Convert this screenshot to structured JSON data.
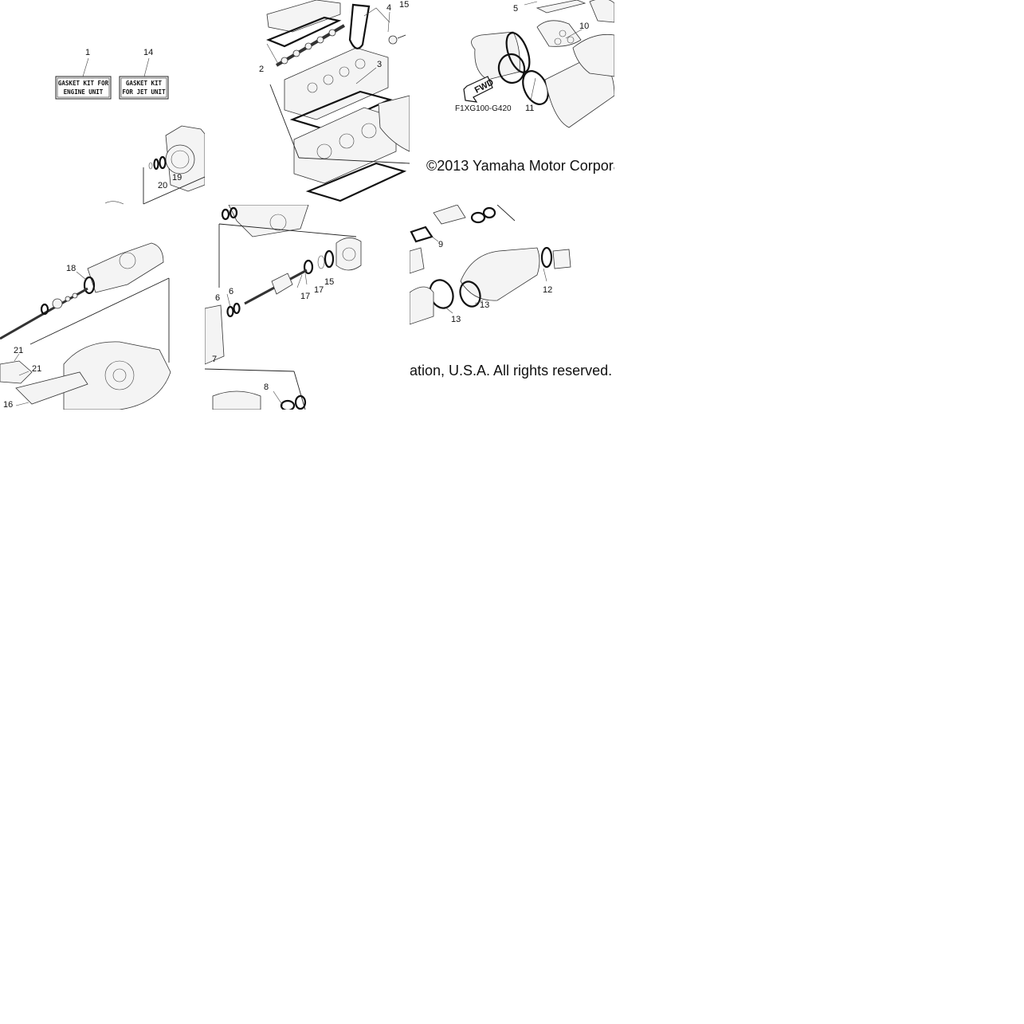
{
  "diagram": {
    "kit_labels": [
      {
        "number": "1",
        "line1": "GASKET KIT FOR",
        "line2": "ENGINE UNIT"
      },
      {
        "number": "14",
        "line1": "GASKET KIT",
        "line2": "FOR JET UNIT"
      }
    ],
    "callouts_top_left": [
      "20",
      "19"
    ],
    "callouts_top_center": [
      "2",
      "3",
      "4",
      "15"
    ],
    "callouts_top_right": [
      "5",
      "10",
      "11"
    ],
    "drawing_code": "F1XG100-G420",
    "fwd_label": "FWD",
    "callouts_mid_left": [
      "18",
      "21",
      "21",
      "16"
    ],
    "callouts_mid_center": [
      "6",
      "6",
      "17",
      "17",
      "15",
      "7"
    ],
    "callouts_mid_right": [
      "9",
      "12",
      "13",
      "13"
    ],
    "callouts_bottom_center": [
      "8"
    ],
    "copyright_part1": "©2013 Yamaha Motor Corpora",
    "copyright_part2": "ation, U.S.A. All rights reserved."
  }
}
